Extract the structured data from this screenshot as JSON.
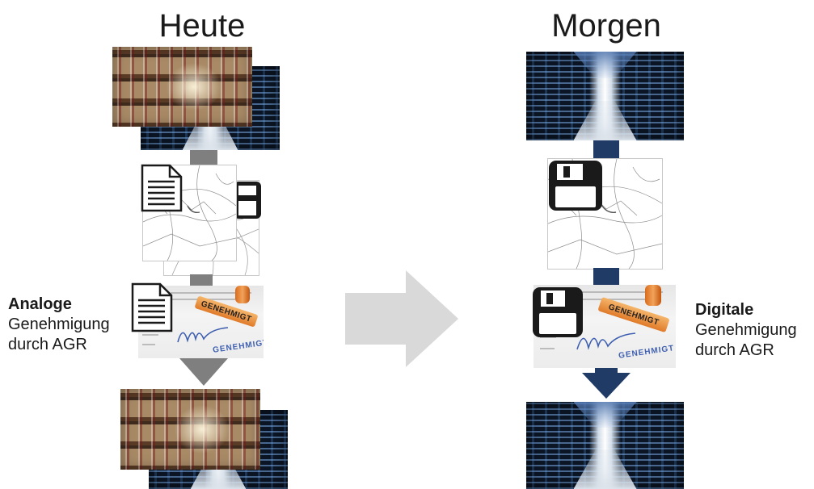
{
  "left": {
    "heading": "Heute",
    "label_bold": "Analoge",
    "label_line2": "Genehmigung",
    "label_line3": "durch AGR",
    "arrow_color": "#7f7f7f"
  },
  "right": {
    "heading": "Morgen",
    "label_bold": "Digitale",
    "label_line2": "Genehmigung",
    "label_line3": "durch AGR",
    "arrow_color": "#1f3b66"
  },
  "stamp": {
    "stamp_text": "GENEHMIGT",
    "ink_text": "GENEHMIGT"
  },
  "transition_arrow_color": "#d9d9d9",
  "icons": [
    "document-icon",
    "floppy-disk-icon",
    "archive-photo",
    "server-room-photo",
    "map-image",
    "approval-stamp-photo"
  ]
}
